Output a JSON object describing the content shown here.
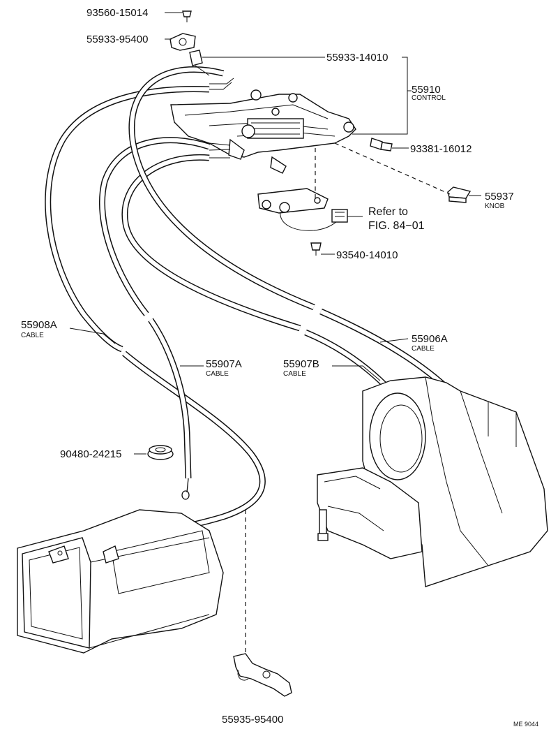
{
  "labels": {
    "p93560": "93560-15014",
    "p5593395400_top": "55933-95400",
    "p5593314010": "55933-14010",
    "p55910": "55910",
    "p55910_sub": "CONTROL",
    "p9338116012": "93381-16012",
    "p55937": "55937",
    "p55937_sub": "KNOB",
    "refer_line1": "Refer to",
    "refer_line2": "FIG. 84−01",
    "p9354014010": "93540-14010",
    "p55908A": "55908A",
    "p55908A_sub": "CABLE",
    "p55907A": "55907A",
    "p55907A_sub": "CABLE",
    "p55907B": "55907B",
    "p55907B_sub": "CABLE",
    "p55906A": "55906A",
    "p55906A_sub": "CABLE",
    "p9048024215": "90480-24215",
    "p5593595400": "55935-95400",
    "drawing_code": "ME 9044"
  }
}
